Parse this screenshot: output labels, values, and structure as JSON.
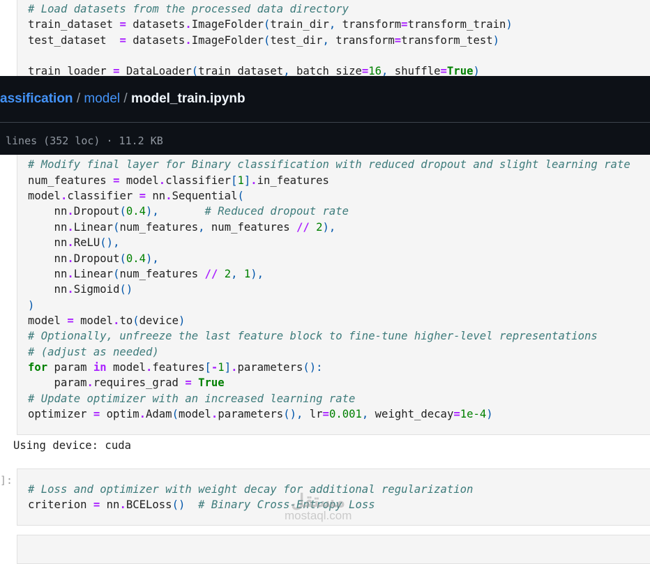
{
  "cell1": {
    "lines": [
      [
        [
          "c",
          "# Load datasets from the processed data directory"
        ]
      ],
      [
        [
          "t",
          "train_dataset "
        ],
        [
          "o",
          "="
        ],
        [
          "t",
          " datasets"
        ],
        [
          "o",
          "."
        ],
        [
          "t",
          "ImageFolder"
        ],
        [
          "p",
          "("
        ],
        [
          "t",
          "train_dir"
        ],
        [
          "p",
          ","
        ],
        [
          "t",
          " transform"
        ],
        [
          "o",
          "="
        ],
        [
          "t",
          "transform_train"
        ],
        [
          "p",
          ")"
        ]
      ],
      [
        [
          "t",
          "test_dataset  "
        ],
        [
          "o",
          "="
        ],
        [
          "t",
          " datasets"
        ],
        [
          "o",
          "."
        ],
        [
          "t",
          "ImageFolder"
        ],
        [
          "p",
          "("
        ],
        [
          "t",
          "test_dir"
        ],
        [
          "p",
          ","
        ],
        [
          "t",
          " transform"
        ],
        [
          "o",
          "="
        ],
        [
          "t",
          "transform_test"
        ],
        [
          "p",
          ")"
        ]
      ],
      [],
      [
        [
          "t",
          "train_loader "
        ],
        [
          "o",
          "="
        ],
        [
          "t",
          " DataLoader"
        ],
        [
          "p",
          "("
        ],
        [
          "t",
          "train_dataset"
        ],
        [
          "p",
          ","
        ],
        [
          "t",
          " batch_size"
        ],
        [
          "o",
          "="
        ],
        [
          "n",
          "16"
        ],
        [
          "p",
          ","
        ],
        [
          "t",
          " shuffle"
        ],
        [
          "o",
          "="
        ],
        [
          "k",
          "True"
        ],
        [
          "p",
          ")"
        ]
      ],
      [],
      [],
      [],
      [],
      [],
      [
        [
          "c",
          "# Modify final layer for Binary classification with reduced dropout and slight learning rate"
        ]
      ],
      [
        [
          "t",
          "num_features "
        ],
        [
          "o",
          "="
        ],
        [
          "t",
          " model"
        ],
        [
          "o",
          "."
        ],
        [
          "t",
          "classifier"
        ],
        [
          "p",
          "["
        ],
        [
          "n",
          "1"
        ],
        [
          "p",
          "]"
        ],
        [
          "o",
          "."
        ],
        [
          "t",
          "in_features"
        ]
      ],
      [
        [
          "t",
          "model"
        ],
        [
          "o",
          "."
        ],
        [
          "t",
          "classifier "
        ],
        [
          "o",
          "="
        ],
        [
          "t",
          " nn"
        ],
        [
          "o",
          "."
        ],
        [
          "t",
          "Sequential"
        ],
        [
          "p",
          "("
        ]
      ],
      [
        [
          "t",
          "    nn"
        ],
        [
          "o",
          "."
        ],
        [
          "t",
          "Dropout"
        ],
        [
          "p",
          "("
        ],
        [
          "n",
          "0.4"
        ],
        [
          "p",
          "),"
        ],
        [
          "t",
          "       "
        ],
        [
          "c",
          "# Reduced dropout rate"
        ]
      ],
      [
        [
          "t",
          "    nn"
        ],
        [
          "o",
          "."
        ],
        [
          "t",
          "Linear"
        ],
        [
          "p",
          "("
        ],
        [
          "t",
          "num_features"
        ],
        [
          "p",
          ","
        ],
        [
          "t",
          " num_features "
        ],
        [
          "o",
          "//"
        ],
        [
          "t",
          " "
        ],
        [
          "n",
          "2"
        ],
        [
          "p",
          "),"
        ]
      ],
      [
        [
          "t",
          "    nn"
        ],
        [
          "o",
          "."
        ],
        [
          "t",
          "ReLU"
        ],
        [
          "p",
          "(),"
        ]
      ],
      [
        [
          "t",
          "    nn"
        ],
        [
          "o",
          "."
        ],
        [
          "t",
          "Dropout"
        ],
        [
          "p",
          "("
        ],
        [
          "n",
          "0.4"
        ],
        [
          "p",
          "),"
        ]
      ],
      [
        [
          "t",
          "    nn"
        ],
        [
          "o",
          "."
        ],
        [
          "t",
          "Linear"
        ],
        [
          "p",
          "("
        ],
        [
          "t",
          "num_features "
        ],
        [
          "o",
          "//"
        ],
        [
          "t",
          " "
        ],
        [
          "n",
          "2"
        ],
        [
          "p",
          ","
        ],
        [
          "t",
          " "
        ],
        [
          "n",
          "1"
        ],
        [
          "p",
          "),"
        ]
      ],
      [
        [
          "t",
          "    nn"
        ],
        [
          "o",
          "."
        ],
        [
          "t",
          "Sigmoid"
        ],
        [
          "p",
          "()"
        ]
      ],
      [
        [
          "p",
          ")"
        ]
      ],
      [
        [
          "t",
          "model "
        ],
        [
          "o",
          "="
        ],
        [
          "t",
          " model"
        ],
        [
          "o",
          "."
        ],
        [
          "t",
          "to"
        ],
        [
          "p",
          "("
        ],
        [
          "t",
          "device"
        ],
        [
          "p",
          ")"
        ]
      ],
      [
        [
          "c",
          "# Optionally, unfreeze the last feature block to fine-tune higher-level representations"
        ]
      ],
      [
        [
          "c",
          "# (adjust as needed)"
        ]
      ],
      [
        [
          "k",
          "for"
        ],
        [
          "t",
          " param "
        ],
        [
          "o",
          "in"
        ],
        [
          "t",
          " model"
        ],
        [
          "o",
          "."
        ],
        [
          "t",
          "features"
        ],
        [
          "p",
          "["
        ],
        [
          "o",
          "-"
        ],
        [
          "n",
          "1"
        ],
        [
          "p",
          "]"
        ],
        [
          "o",
          "."
        ],
        [
          "t",
          "parameters"
        ],
        [
          "p",
          "():"
        ]
      ],
      [
        [
          "t",
          "    param"
        ],
        [
          "o",
          "."
        ],
        [
          "t",
          "requires_grad "
        ],
        [
          "o",
          "="
        ],
        [
          "t",
          " "
        ],
        [
          "k",
          "True"
        ]
      ],
      [
        [
          "c",
          "# Update optimizer with an increased learning rate"
        ]
      ],
      [
        [
          "t",
          "optimizer "
        ],
        [
          "o",
          "="
        ],
        [
          "t",
          " optim"
        ],
        [
          "o",
          "."
        ],
        [
          "t",
          "Adam"
        ],
        [
          "p",
          "("
        ],
        [
          "t",
          "model"
        ],
        [
          "o",
          "."
        ],
        [
          "t",
          "parameters"
        ],
        [
          "p",
          "(),"
        ],
        [
          "t",
          " lr"
        ],
        [
          "o",
          "="
        ],
        [
          "n",
          "0.001"
        ],
        [
          "p",
          ","
        ],
        [
          "t",
          " weight_decay"
        ],
        [
          "o",
          "="
        ],
        [
          "n",
          "1e-4"
        ],
        [
          "p",
          ")"
        ]
      ]
    ]
  },
  "output": "Using device: cuda",
  "cell2": {
    "prompt": "]:",
    "lines": [
      [
        [
          "c",
          "# Loss and optimizer with weight decay for additional regularization"
        ]
      ],
      [
        [
          "t",
          "criterion "
        ],
        [
          "o",
          "="
        ],
        [
          "t",
          " nn"
        ],
        [
          "o",
          "."
        ],
        [
          "t",
          "BCELoss"
        ],
        [
          "p",
          "()"
        ],
        [
          "t",
          "  "
        ],
        [
          "c",
          "# Binary Cross-Entropy Loss"
        ]
      ]
    ]
  },
  "header": {
    "repo": "assification",
    "sep1": " / ",
    "folder": "model",
    "sep2": " / ",
    "file": "model_train.ipynb",
    "meta": "lines (352 loc) · 11.2 KB"
  },
  "watermark": {
    "arabic": "مستقل",
    "latin": "mostaql.com"
  }
}
